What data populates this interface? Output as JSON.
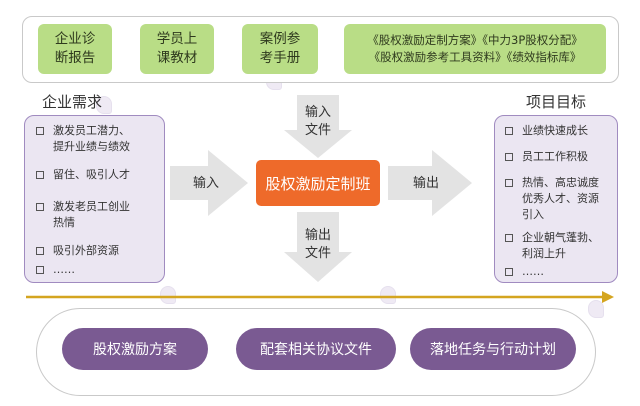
{
  "top_row": [
    {
      "line1": "企业诊",
      "line2": "断报告"
    },
    {
      "line1": "学员上",
      "line2": "课教材"
    },
    {
      "line1": "案例参",
      "line2": "考手册"
    },
    {
      "line1": "《股权激励定制方案》《中力3P股权分配》",
      "line2": "《股权激励参考工具资料》《绩效指标库》"
    }
  ],
  "left_panel": {
    "title": "企业需求",
    "items": [
      {
        "line1": "激发员工潜力、",
        "line2": "提升业绩与绩效"
      },
      {
        "line1": "留住、吸引人才",
        "line2": ""
      },
      {
        "line1": "激发老员工创业",
        "line2": "热情"
      },
      {
        "line1": "吸引外部资源",
        "line2": ""
      },
      {
        "line1": "……",
        "line2": ""
      }
    ]
  },
  "right_panel": {
    "title": "项目目标",
    "items": [
      {
        "line1": "业绩快速成长",
        "line2": "",
        "line3": ""
      },
      {
        "line1": "员工工作积极",
        "line2": "",
        "line3": ""
      },
      {
        "line1": "热情、高忠诚度",
        "line2": "优秀人才、资源",
        "line3": "引入"
      },
      {
        "line1": "企业朝气蓬勃、",
        "line2": "利润上升",
        "line3": ""
      },
      {
        "line1": "……",
        "line2": "",
        "line3": ""
      }
    ]
  },
  "center": {
    "label": "股权激励定制班"
  },
  "arrows": {
    "top": {
      "line1": "输入",
      "line2": "文件"
    },
    "left": {
      "label": "输入"
    },
    "right": {
      "label": "输出"
    },
    "bottom": {
      "line1": "输出",
      "line2": "文件"
    }
  },
  "bottom_row": [
    {
      "label": "股权激励方案"
    },
    {
      "label": "配套相关协议文件"
    },
    {
      "label": "落地任务与行动计划"
    }
  ],
  "colors": {
    "green": "#b9dd86",
    "orange": "#ee6a2a",
    "purple": "#7a5a92",
    "panel": "#ebe6f2",
    "timeline": "#d4a520"
  }
}
